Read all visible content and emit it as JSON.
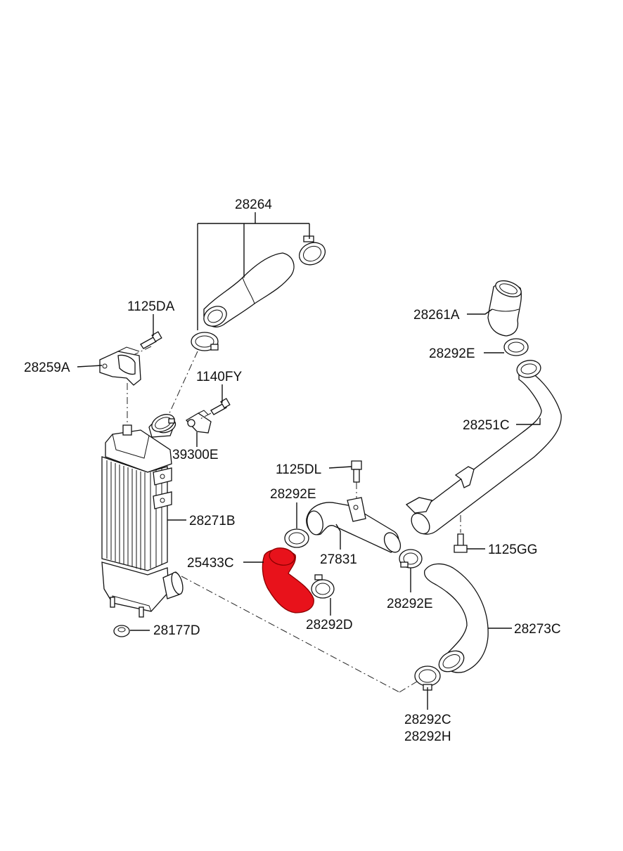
{
  "diagram": {
    "highlight_color": "#e8121b",
    "labels": {
      "p28264": "28264",
      "p28261A": "28261A",
      "p1125DA": "1125DA",
      "p28259A": "28259A",
      "p1140FY": "1140FY",
      "p28292E_right": "28292E",
      "p28251C": "28251C",
      "p39300E": "39300E",
      "p1125DL": "1125DL",
      "p28292E_mid": "28292E",
      "p28271B": "28271B",
      "p1125GG": "1125GG",
      "p25433C": "25433C",
      "p27831": "27831",
      "p28292E_low": "28292E",
      "p28292D": "28292D",
      "p28273C": "28273C",
      "p28177D": "28177D",
      "p28292C": "28292C",
      "p28292H": "28292H"
    }
  }
}
